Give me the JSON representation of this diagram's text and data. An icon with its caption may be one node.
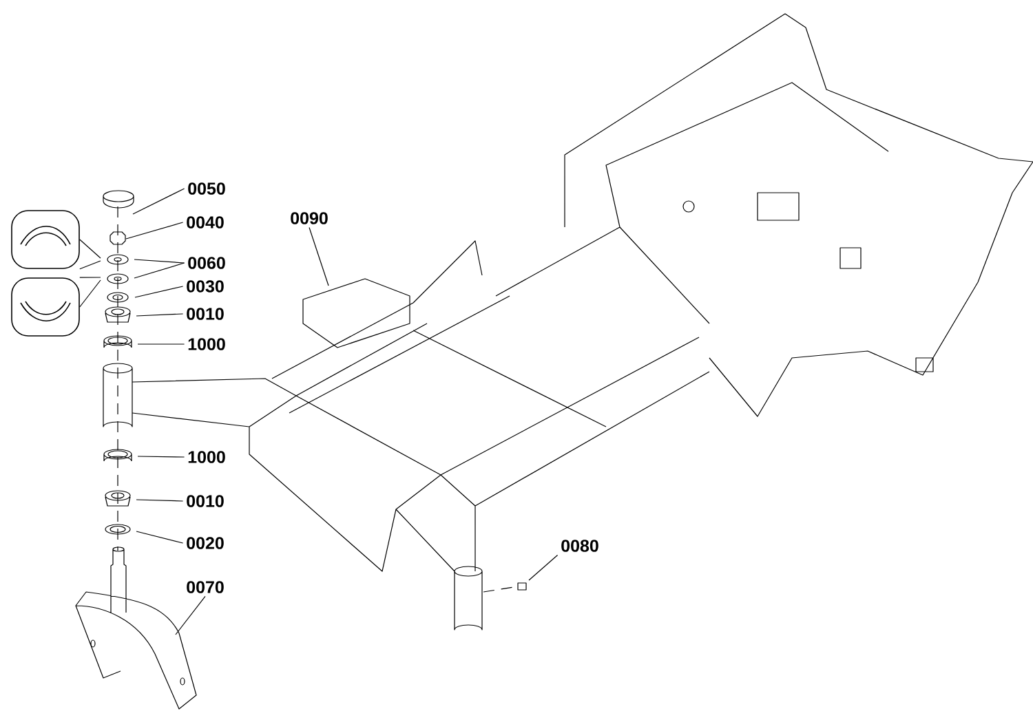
{
  "diagram": {
    "nodes": [
      {
        "text": [
          "0050"
        ]
      },
      {
        "text": [
          "0090"
        ]
      },
      {
        "text": [
          "0040"
        ]
      },
      {
        "text": [],
        "shape": "box"
      },
      {
        "text": [
          "0060"
        ]
      },
      {
        "text": [],
        "shape": "box"
      },
      {
        "text": [
          "0030"
        ]
      },
      {
        "text": [
          "0010"
        ]
      },
      {
        "text": [
          "1000"
        ]
      },
      {
        "text": [
          "1000"
        ]
      },
      {
        "text": [
          "0010"
        ]
      },
      {
        "text": [
          "0020"
        ]
      },
      {
        "text": [
          "0070"
        ]
      },
      {
        "text": [
          "0080"
        ]
      }
    ],
    "edges": [
      {
        "from": 0,
        "to": null,
        "arrow": "none"
      },
      {
        "from": 1,
        "to": null,
        "arrow": "none"
      },
      {
        "from": 2,
        "to": null,
        "arrow": "none"
      },
      {
        "from": 3,
        "to": null,
        "arrow": "none"
      },
      {
        "from": 3,
        "to": null,
        "arrow": "none"
      },
      {
        "from": 4,
        "to": null,
        "arrow": "none"
      },
      {
        "from": 4,
        "to": null,
        "arrow": "none"
      },
      {
        "from": 5,
        "to": null,
        "arrow": "none"
      },
      {
        "from": 5,
        "to": null,
        "arrow": "none"
      },
      {
        "from": 6,
        "to": null,
        "arrow": "none"
      },
      {
        "from": 7,
        "to": null,
        "arrow": "none"
      },
      {
        "from": 8,
        "to": null,
        "arrow": "none"
      },
      {
        "from": 9,
        "to": null,
        "arrow": "none"
      },
      {
        "from": 10,
        "to": null,
        "arrow": "none"
      },
      {
        "from": 11,
        "to": null,
        "arrow": "none"
      },
      {
        "from": 12,
        "to": null,
        "arrow": "none"
      },
      {
        "from": 13,
        "to": null,
        "arrow": "none"
      }
    ]
  }
}
